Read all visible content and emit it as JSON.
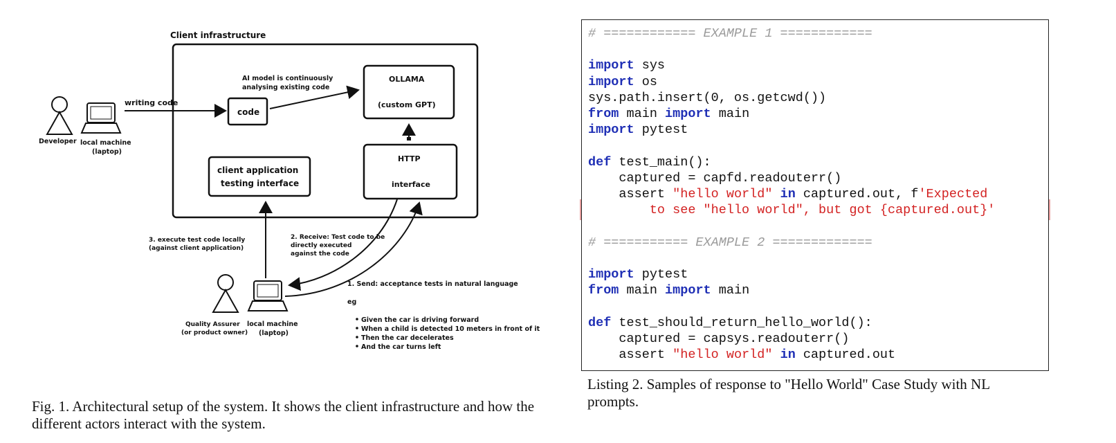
{
  "figure": {
    "client_infra_label": "Client infrastructure",
    "writing_code": "writing code",
    "ai_note_line1": "AI model is continuously",
    "ai_note_line2": "analysing existing code",
    "code_box": "code",
    "ollama_line1": "OLLAMA",
    "ollama_line2": "(custom GPT)",
    "http_line1": "HTTP",
    "http_line2": "interface",
    "client_app_line1": "client application",
    "client_app_line2": "testing interface",
    "developer": "Developer",
    "dev_machine_line1": "local machine",
    "dev_machine_line2": "(laptop)",
    "step3_line1": "3. execute test code locally",
    "step3_line2": "(against client application)",
    "step2_line1": "2. Receive: Test code to be",
    "step2_line2": "directly executed",
    "step2_line3": "against the code",
    "step1": "1. Send: acceptance tests in natural language",
    "eg": "eg",
    "bullets": [
      "Given the car is driving forward",
      "When a child is detected 10 meters in front of it",
      "Then the car decelerates",
      "And the car turns left"
    ],
    "qa_line1": "Quality Assurer",
    "qa_line2": "(or product owner)",
    "qa_machine_line1": "local machine",
    "qa_machine_line2": "(laptop)"
  },
  "fig_caption": "Fig. 1.  Architectural setup of the system. It shows the client infrastructure and how the different actors interact with the system.",
  "listing_caption": "Listing 2.  Samples of response to \"Hello World\" Case Study with NL prompts.",
  "code": {
    "ex1_comment": "# ============ EXAMPLE 1 ============",
    "ex2_comment": "# =========== EXAMPLE 2 =============",
    "kw_import": "import",
    "kw_from": "from",
    "kw_def": "def",
    "kw_in": "in",
    "kw_assert": "assert",
    "mod_sys": " sys",
    "mod_os": " os",
    "path_insert": "sys.path.insert(0, os.getcwd())",
    "main_mod": " main ",
    "main_name": " main",
    "mod_pytest": " pytest",
    "def1": " test_main():",
    "captured1": "    captured = capfd.readouterr()",
    "assert_indent": "    ",
    "hello": "\"hello world\"",
    "captured_out_f": " captured.out, f",
    "fstring_line1": "'Expected",
    "fstring_line2": "        to see \"hello world\", but got {captured.out}'",
    "def2": " test_should_return_hello_world():",
    "captured2": "    captured = capsys.readouterr()",
    "captured_out": " captured.out"
  }
}
